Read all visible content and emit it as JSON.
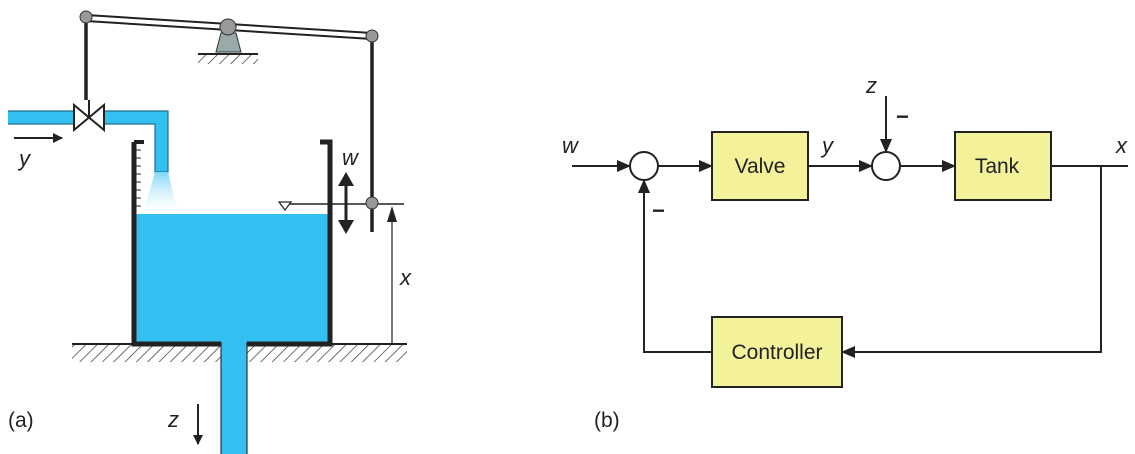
{
  "panel_a": {
    "caption": "(a)",
    "labels": {
      "y": "y",
      "w": "w",
      "x": "x",
      "z": "z"
    }
  },
  "panel_b": {
    "caption": "(b)",
    "blocks": {
      "valve": "Valve",
      "tank": "Tank",
      "controller": "Controller"
    },
    "signals": {
      "w": "w",
      "y": "y",
      "z": "z",
      "x": "x"
    },
    "signs": {
      "feedback": "−",
      "disturbance": "−"
    }
  },
  "colors": {
    "water": "#33c0f0",
    "water_light": "#a8e4fa",
    "block_fill": "#f4f19b",
    "line": "#222222"
  }
}
